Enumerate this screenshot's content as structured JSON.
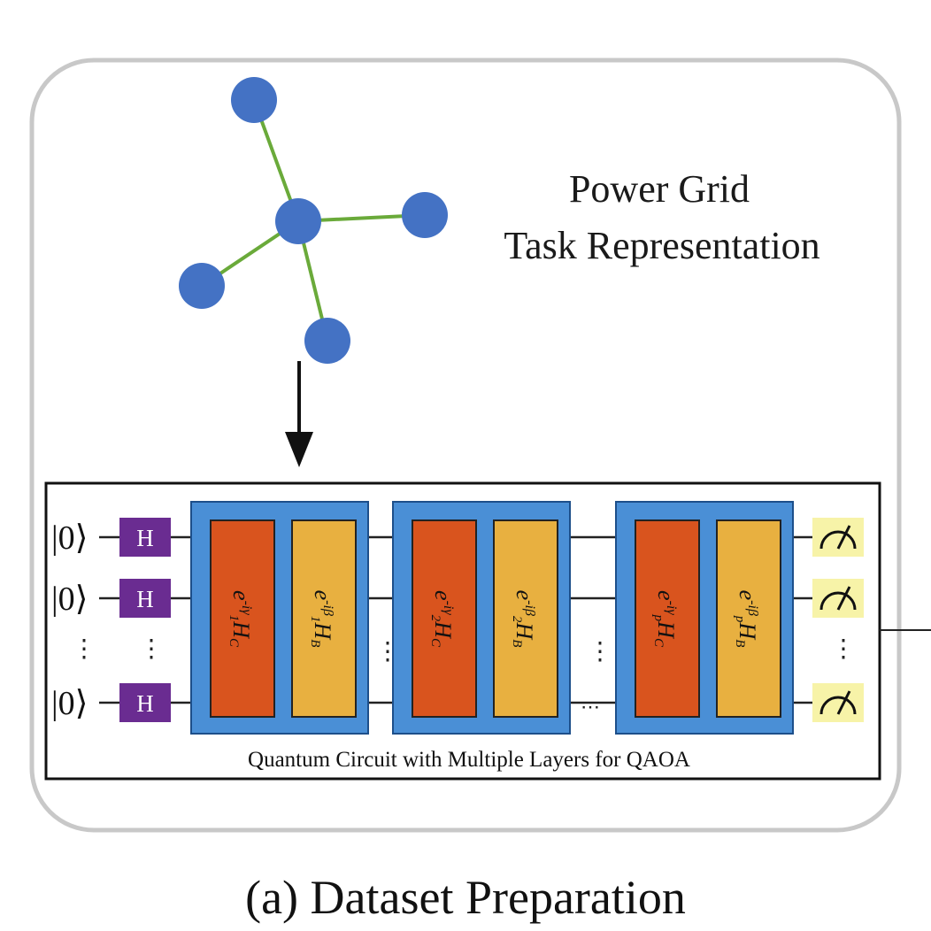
{
  "diagram": {
    "graph_title_line1": "Power Grid",
    "graph_title_line2": "Task Representation",
    "caption": "(a) Dataset Preparation",
    "circuit": {
      "caption": "Quantum Circuit with Multiple Layers for QAOA",
      "initial_state": "|0⟩",
      "hadamard_label": "H",
      "layers": [
        {
          "cost_gate": "e-iγ1HC",
          "mixer_gate": "e-iβ1HB",
          "cost_sub": "1",
          "mixer_sub": "1"
        },
        {
          "cost_gate": "e-iγ2HC",
          "mixer_gate": "e-iβ2HB",
          "cost_sub": "2",
          "mixer_sub": "2"
        },
        {
          "cost_gate": "e-iγpHC",
          "mixer_gate": "e-iβpHB",
          "cost_sub": "p",
          "mixer_sub": "p"
        }
      ]
    },
    "colors": {
      "node": "#4472c4",
      "edge": "#6aaa3a",
      "frame": "#c8c8c8",
      "hadamard": "#6a2c91",
      "layer_bg": "#4a8fd6",
      "cost_gate": "#d9541e",
      "mixer_gate": "#e8b040",
      "measure_bg": "#f7f3a8"
    }
  }
}
